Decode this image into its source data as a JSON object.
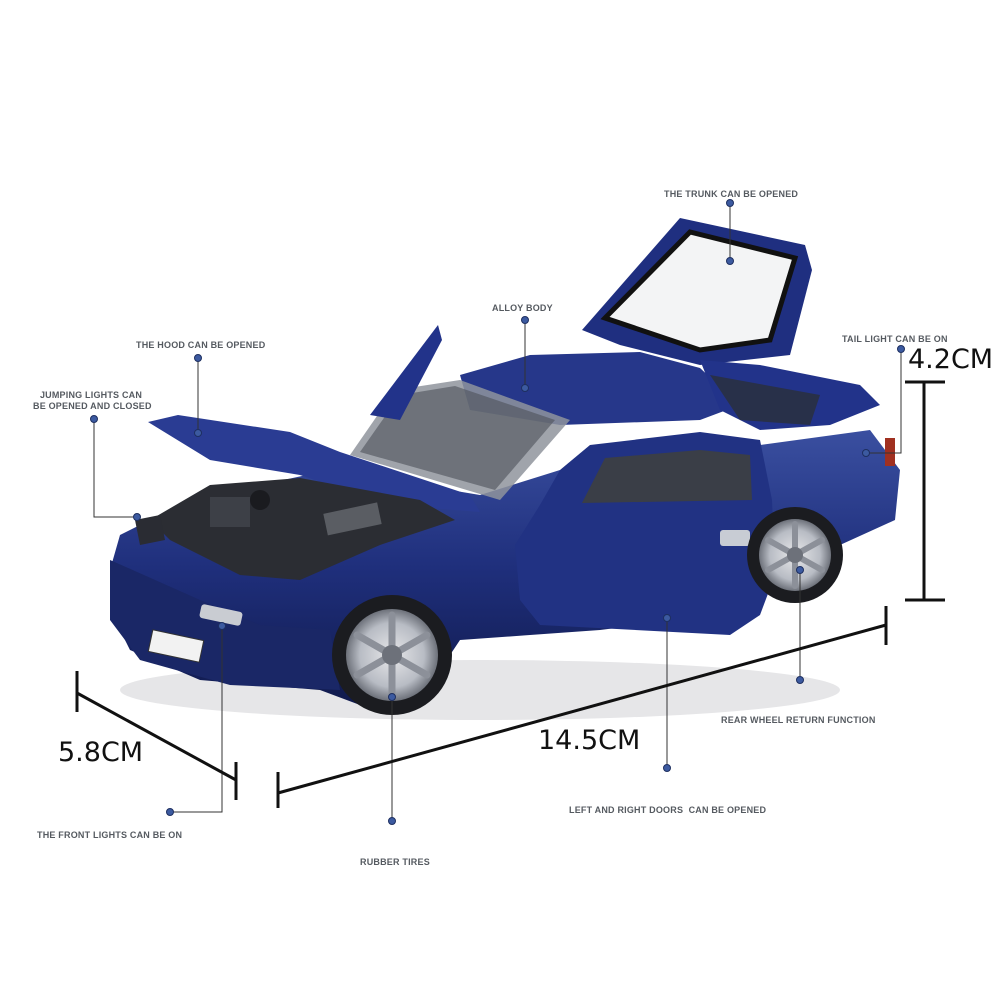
{
  "annotations": {
    "trunk": "THE TRUNK CAN BE OPENED",
    "alloy_body": "ALLOY BODY",
    "hood": "THE HOOD CAN BE OPENED",
    "tail_light": "TAIL LIGHT CAN BE ON",
    "jumping_lights_line1": "JUMPING LIGHTS CAN",
    "jumping_lights_line2": "BE OPENED AND CLOSED",
    "rear_wheel": "REAR WHEEL RETURN FUNCTION",
    "doors": "LEFT AND RIGHT DOORS  CAN BE OPENED",
    "front_lights": "THE FRONT LIGHTS CAN BE ON",
    "rubber_tires": "RUBBER TIRES"
  },
  "dimensions": {
    "height": "4.2CM",
    "length": "14.5CM",
    "width": "5.8CM"
  },
  "colors": {
    "car_body": "#1e2f7a",
    "car_shadow": "#111a4a",
    "marker": "#3c5aa0",
    "label_text": "#555a60",
    "dimension_line": "#111111"
  }
}
